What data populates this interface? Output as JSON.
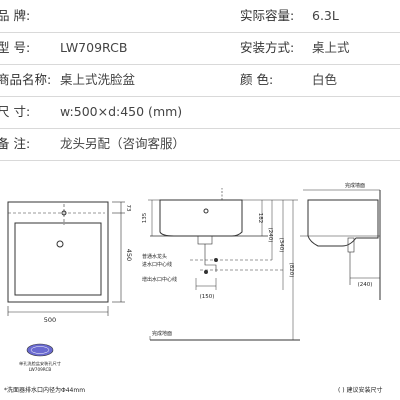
{
  "specs": {
    "rows": [
      {
        "l1": "品    牌:",
        "v1": "",
        "l2": "实际容量:",
        "v2": "6.3L"
      },
      {
        "l1": "型    号:",
        "v1": "LW709RCB",
        "l2": "安装方式:",
        "v2": "桌上式"
      },
      {
        "l1": "商品名称:",
        "v1": "桌上式洗脸盆",
        "l2": "颜    色:",
        "v2": "白色"
      },
      {
        "l1": "尺    寸:",
        "v1": "w:500×d:450 (mm)",
        "l2": "",
        "v2": ""
      },
      {
        "l1": "备    注:",
        "v1": "龙头另配（咨询客服）",
        "l2": "",
        "v2": ""
      }
    ]
  },
  "drawing": {
    "top_view": {
      "dim_width": "500",
      "dim_depth": "450",
      "dim_hole": "73"
    },
    "side_view": {
      "dim_135": "135",
      "dim_182": "182",
      "dim_240": "(240)",
      "dim_340": "(340)",
      "dim_820": "(820)",
      "dim_150": "(150)",
      "label_faucet": "普通水龙头",
      "label_inlet": "进水口中心线",
      "label_outlet": "增出水口中心线",
      "label_floor": "完成地面"
    },
    "right_view": {
      "label_wall": "完成墙面",
      "dim_240": "(240)"
    },
    "caption_small_1": "单孔洗脸盆安装孔尺寸",
    "caption_small_2": "LW709RCB",
    "footer_left": "*洗面器排水口内径为Φ44mm",
    "footer_right": "(  ) 建议安装尺寸"
  }
}
